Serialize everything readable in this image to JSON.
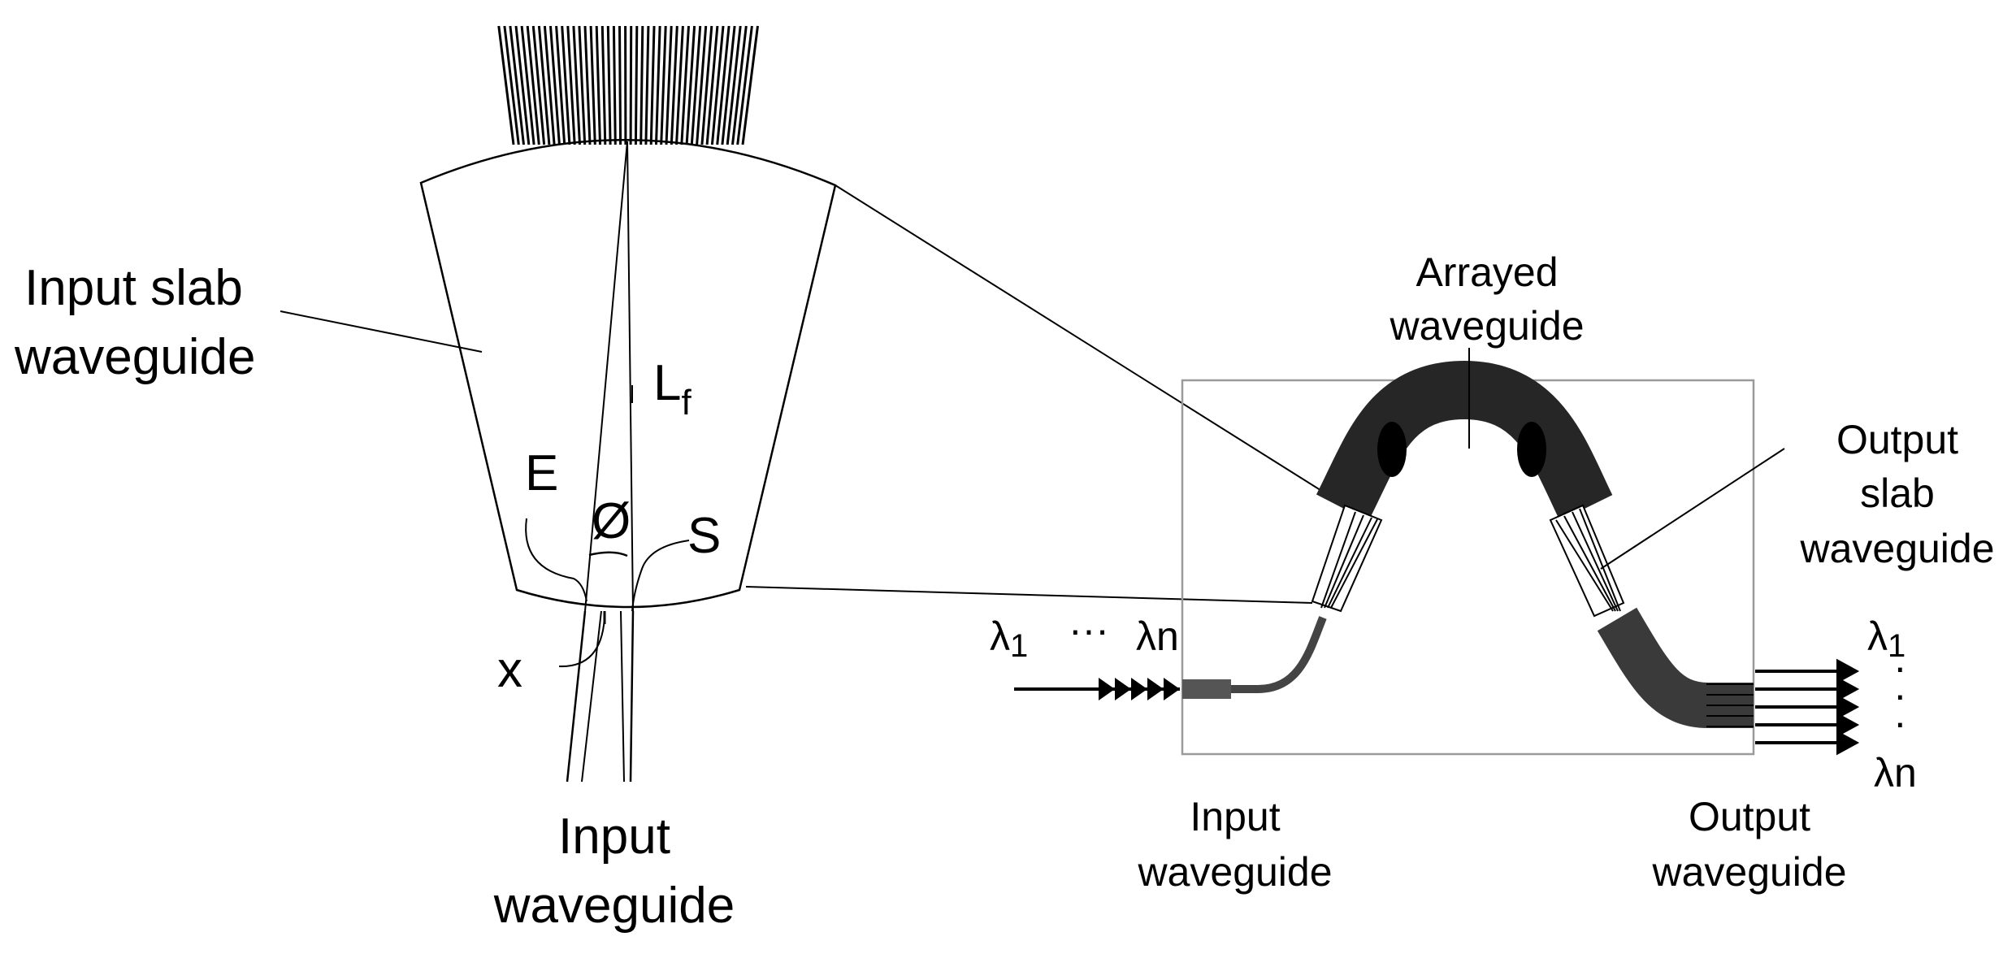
{
  "zoom_view": {
    "input_slab_label": [
      "Input slab",
      "waveguide"
    ],
    "focal_length_label": "L",
    "focal_length_subscript": "f",
    "angle_label": "Ø",
    "E_label": "E",
    "S_label": "S",
    "x_label": "x",
    "input_waveguide_label": [
      "Input",
      "waveguide"
    ]
  },
  "awg_view": {
    "arrayed_label": [
      "Arrayed",
      "waveguide"
    ],
    "output_slab_label": [
      "Output",
      "slab",
      "waveguide"
    ],
    "input_waveguide_label": [
      "Input",
      "waveguide"
    ],
    "output_waveguide_label": [
      "Output",
      "waveguide"
    ],
    "input_lambda_first": "λ",
    "input_lambda_first_sub": "1",
    "input_dots": "···",
    "input_lambda_last": "λn",
    "output_lambda_first": "λ",
    "output_lambda_first_sub": "1",
    "output_vdots": [
      "·",
      "·",
      "·"
    ],
    "output_lambda_last": "λn"
  },
  "colors": {
    "ink": "#000000",
    "frame": "#9a9a9a",
    "fill_dark": "#262626"
  }
}
